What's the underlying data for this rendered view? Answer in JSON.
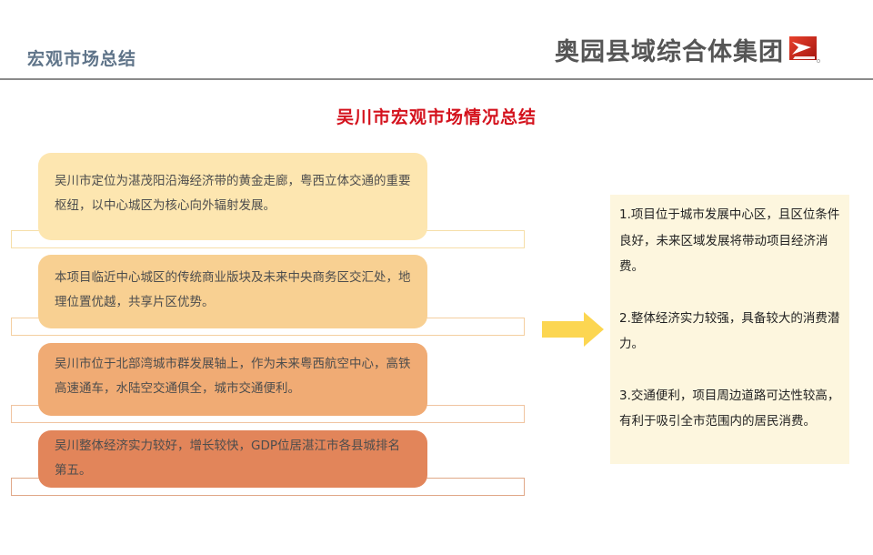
{
  "header": {
    "section_title": "宏观市场总结",
    "logo_text": "奥园县域综合体集团",
    "logo_mark_icon": "aoyuan-logo-icon",
    "colors": {
      "section_title": "#5f7489",
      "rule": "#8a8a8a",
      "logo_red": "#d22b1e"
    }
  },
  "main": {
    "title": "吴川市宏观市场情况总结",
    "title_color": "#d4121d",
    "cards": [
      {
        "text": "吴川市定位为湛茂阳沿海经济带的黄金走廊，粤西立体交通的重要枢纽，以中心城区为核心向外辐射发展。",
        "color": "#fde6b0",
        "outline_color": "#f6dea8"
      },
      {
        "text": "本项目临近中心城区的传统商业版块及未来中央商务区交汇处，地理位置优越，共享片区优势。",
        "color": "#f8d092",
        "outline_color": "#f4cfa0"
      },
      {
        "text": "吴川市位于北部湾城市群发展轴上，作为未来粤西航空中心，高铁高速通车，水陆空交通俱全，城市交通便利。",
        "color": "#f0ab74",
        "outline_color": "#f0c4a0"
      },
      {
        "text": "吴川整体经济实力较好，增长较快，GDP位居湛江市各县城排名第五。",
        "color": "#e2855a",
        "outline_color": "#e0a888"
      }
    ],
    "arrow_icon": "arrow-right-icon",
    "arrow_color": "#fcd651",
    "summary": {
      "background": "#fdf6de",
      "items": [
        "1.项目位于城市发展中心区，且区位条件良好，未来区域发展将带动项目经济消费。",
        "2.整体经济实力较强，具备较大的消费潜力。",
        "3.交通便利，项目周边道路可达性较高，有利于吸引全市范围内的居民消费。"
      ]
    }
  }
}
